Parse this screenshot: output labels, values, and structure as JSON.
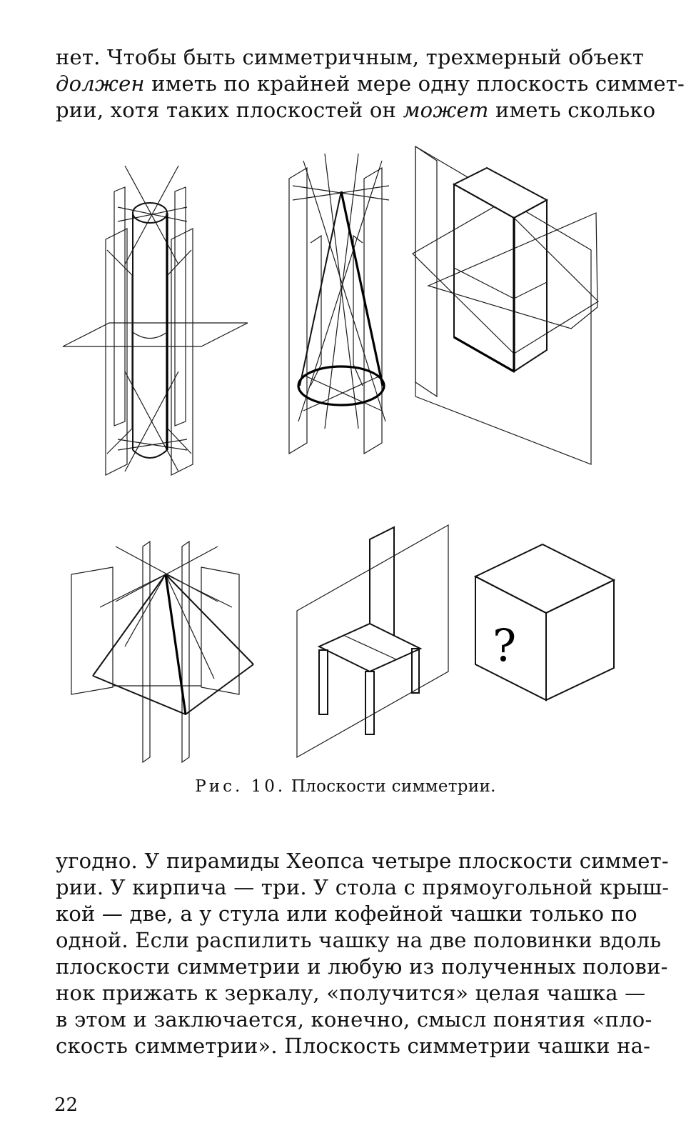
{
  "top_paragraph": {
    "line1": "нет. Чтобы быть симметричным, трехмерный объект",
    "line2_italic": "должен",
    "line2_rest": " иметь по крайней мере одну плоскость симмет-",
    "line3_start": "рии, хотя таких плоскостей он ",
    "line3_italic": "может",
    "line3_end": " иметь сколько"
  },
  "figure": {
    "caption_label": "Рис. 10.",
    "caption_text": "Плоскости симметрии.",
    "question_mark": "?"
  },
  "bottom_paragraph": {
    "lines": [
      "угодно. У пирамиды Хеопса четыре плоскости симмет-",
      "рии. У кирпича — три. У стола с прямоугольной крыш-",
      "кой — две, а у стула или кофейной чашки только по",
      "одной. Если распилить чашку на две половинки вдоль",
      "плоскости симметрии и любую из полученных полови-",
      "нок прижать к зеркалу, «получится» целая чашка —",
      "в этом и заключается, конечно, смысл понятия «пло-",
      "скость симметрии». Плоскость симметрии чашки на-"
    ]
  },
  "page_number": "22"
}
